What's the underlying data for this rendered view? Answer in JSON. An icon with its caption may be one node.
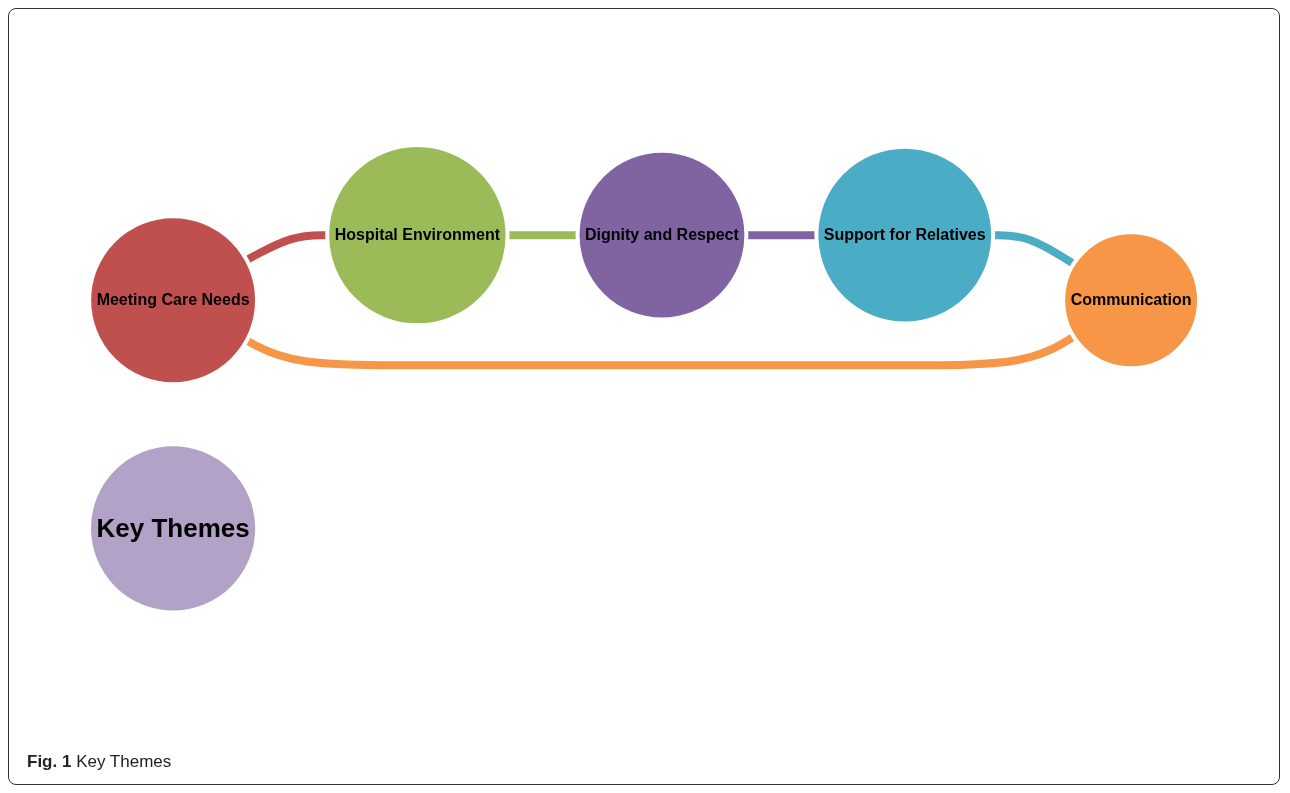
{
  "diagram": {
    "caption": "**Fig. 1** Key Themes",
    "nodes": [
      {
        "text": [
          "Meeting Care Needs"
        ]
      },
      {
        "text": [
          "Hospital Environment"
        ]
      },
      {
        "text": [
          "Dignity and Respect"
        ]
      },
      {
        "text": [
          "Support for Relatives"
        ]
      },
      {
        "text": [
          "Communication"
        ]
      },
      {
        "text": [
          "Key  Themes"
        ]
      }
    ],
    "edges": [
      {
        "from": 0,
        "to": 1,
        "arrow": "none",
        "color": "#c0504d"
      },
      {
        "from": 1,
        "to": 2,
        "arrow": "none",
        "color": "#9bbb59"
      },
      {
        "from": 2,
        "to": 3,
        "arrow": "none",
        "color": "#8064a2"
      },
      {
        "from": 3,
        "to": 4,
        "arrow": "none",
        "color": "#4bacc6"
      },
      {
        "from": 4,
        "to": 0,
        "arrow": "none",
        "color": "#f79646"
      }
    ]
  }
}
